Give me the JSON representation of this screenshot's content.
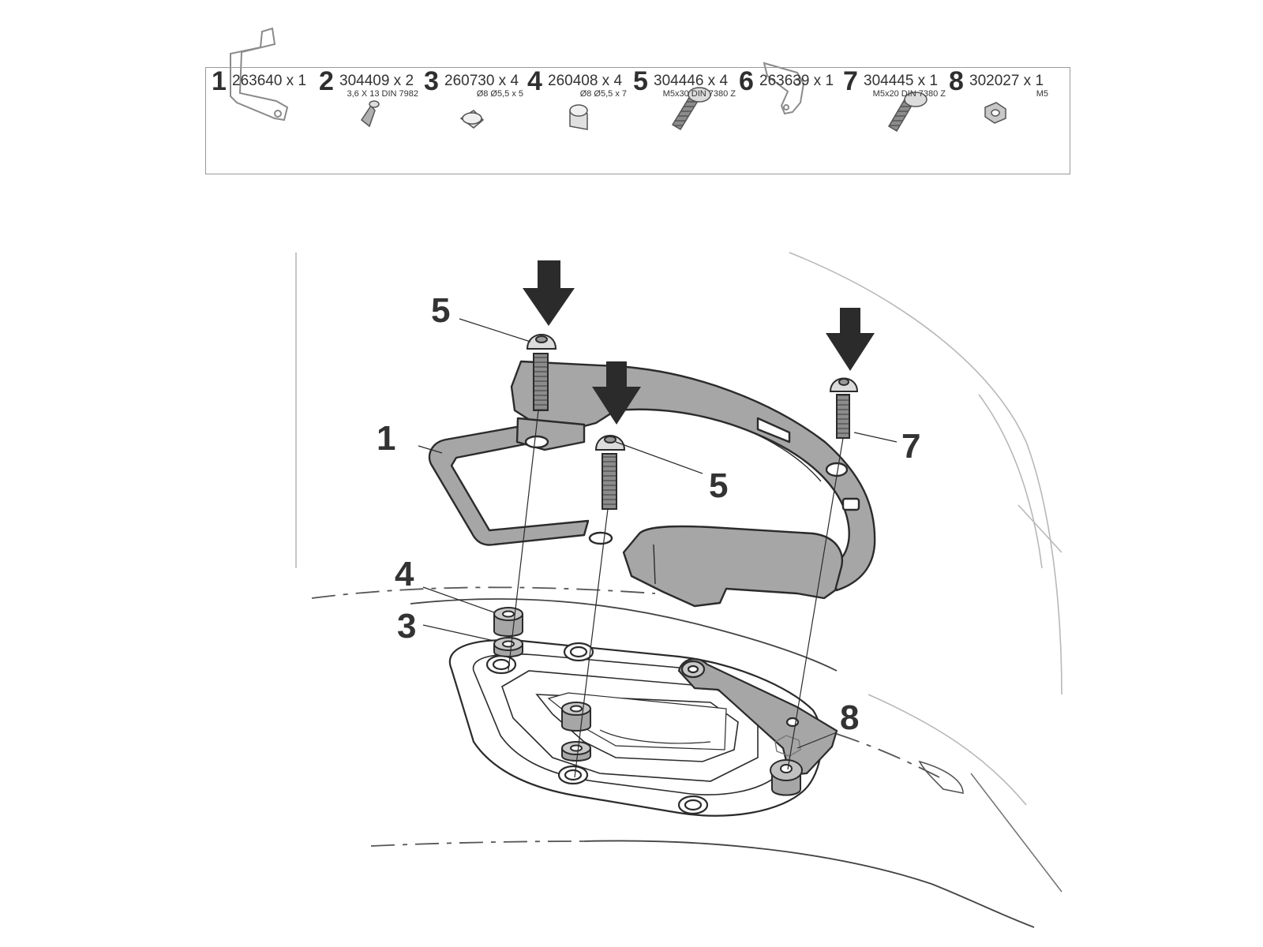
{
  "parts": [
    {
      "num": "1",
      "code": "263640 x 1",
      "spec": ""
    },
    {
      "num": "2",
      "code": "304409 x 2",
      "spec": "3,6 X 13 DIN 7982"
    },
    {
      "num": "3",
      "code": "260730 x 4",
      "spec": "Ø8 Ø5,5 x 5"
    },
    {
      "num": "4",
      "code": "260408 x 4",
      "spec": "Ø8 Ø5,5 x 7"
    },
    {
      "num": "5",
      "code": "304446 x 4",
      "spec": "M5x30 DIN 7380 Z"
    },
    {
      "num": "6",
      "code": "263639 x 1",
      "spec": ""
    },
    {
      "num": "7",
      "code": "304445 x 1",
      "spec": "M5x20 DIN 7380 Z"
    },
    {
      "num": "8",
      "code": "302027 x 1",
      "spec": "M5"
    }
  ],
  "callouts": {
    "c5a": "5",
    "c1": "1",
    "c5b": "5",
    "c7": "7",
    "c4": "4",
    "c3": "3",
    "c8": "8"
  },
  "colors": {
    "part_fill": "#a6a6a6",
    "outline": "#2b2b2b",
    "arrow": "#2b2b2b",
    "body_line": "#b5b5b5"
  }
}
